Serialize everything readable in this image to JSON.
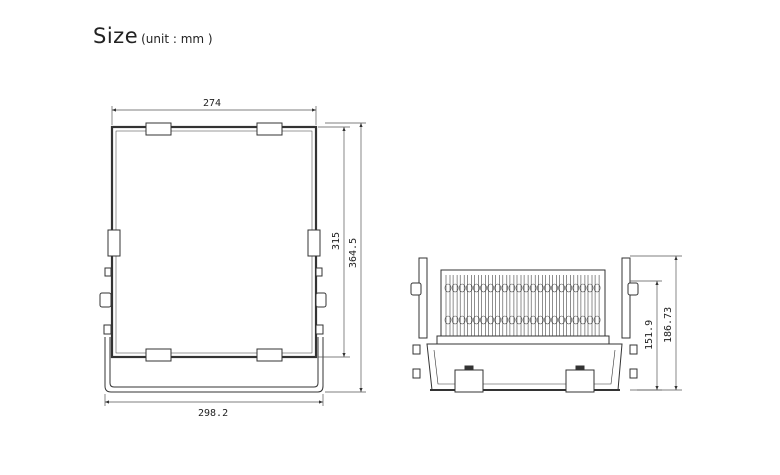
{
  "title": {
    "main": "Size",
    "unit": "(unit : mm )"
  },
  "dimensions": {
    "front_width": "274",
    "front_height": "315",
    "total_height": "364.5",
    "bracket_width": "298.2",
    "side_height": "151.9",
    "side_total_height": "186.73"
  }
}
